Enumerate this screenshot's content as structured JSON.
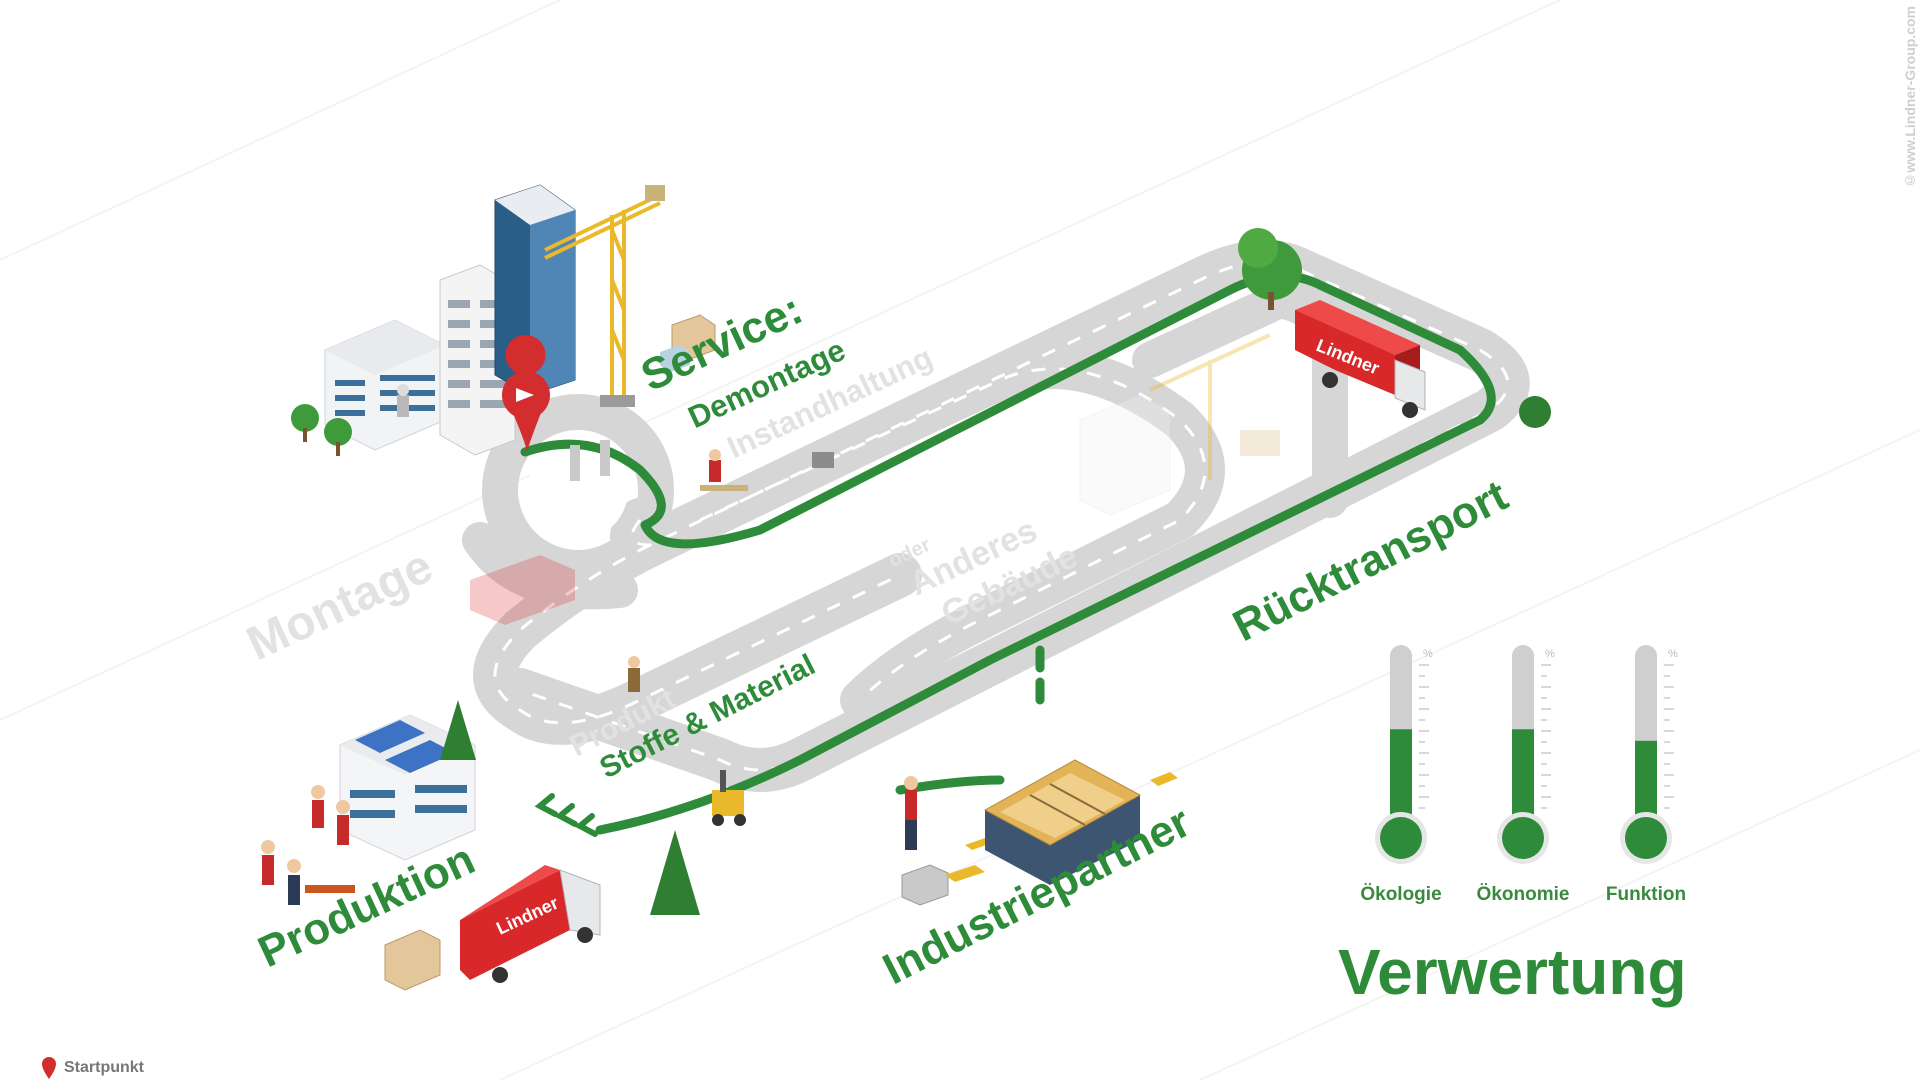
{
  "labels": {
    "service": "Service:",
    "demontage": "Demontage",
    "instandhaltung": "Instandhaltung",
    "montage": "Montage",
    "oder": "oder",
    "anderes": "Anderes",
    "gebaeude": "Gebäude",
    "ruecktransport": "Rücktransport",
    "stoffe_material": "Stoffe & Material",
    "produkt": "Produkt",
    "produktion": "Produktion",
    "industriepartner": "Industriepartner",
    "verwertung": "Verwertung",
    "truck_brand": "Lindner"
  },
  "gauges": [
    {
      "label": "Ökologie",
      "unit": "%",
      "level": 0.55
    },
    {
      "label": "Ökonomie",
      "unit": "%",
      "level": 0.55
    },
    {
      "label": "Funktion",
      "unit": "%",
      "level": 0.48
    }
  ],
  "legend": {
    "start_label": "Startpunkt"
  },
  "copyright": "©www.Lindner-Group.com",
  "colors": {
    "accent": "#2e8b3a",
    "road": "#d3d3d3",
    "marker": "#d32d2d",
    "truck": "#d8282a"
  }
}
